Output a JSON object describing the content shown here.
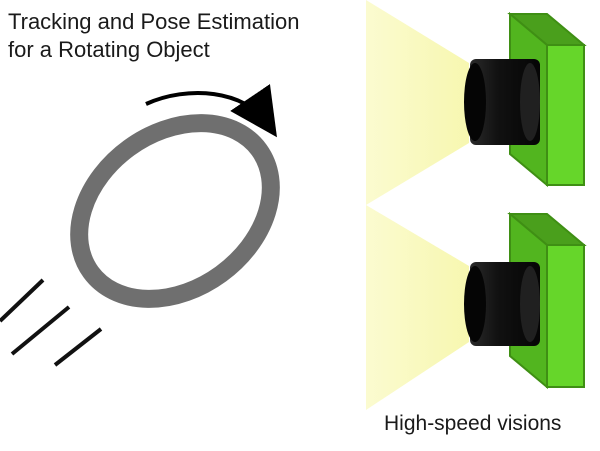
{
  "title": {
    "line1": "Tracking and Pose Estimation",
    "line2": "for a Rotating Object"
  },
  "caption": "High-speed visions",
  "colors": {
    "ring": "#6f6f6f",
    "arrow": "#000000",
    "light_cone": "#f8f8b8",
    "camera_body_front": "#66d62a",
    "camera_body_side": "#52b51f",
    "camera_body_top": "#4a9f1c",
    "camera_outline": "#3f8f14",
    "lens_dark": "#111111",
    "motion_lines": "#111111"
  },
  "icons": {
    "rotation_arrow": "rotation-arrow-icon",
    "camera_top": "camera-icon",
    "camera_bottom": "camera-icon"
  }
}
